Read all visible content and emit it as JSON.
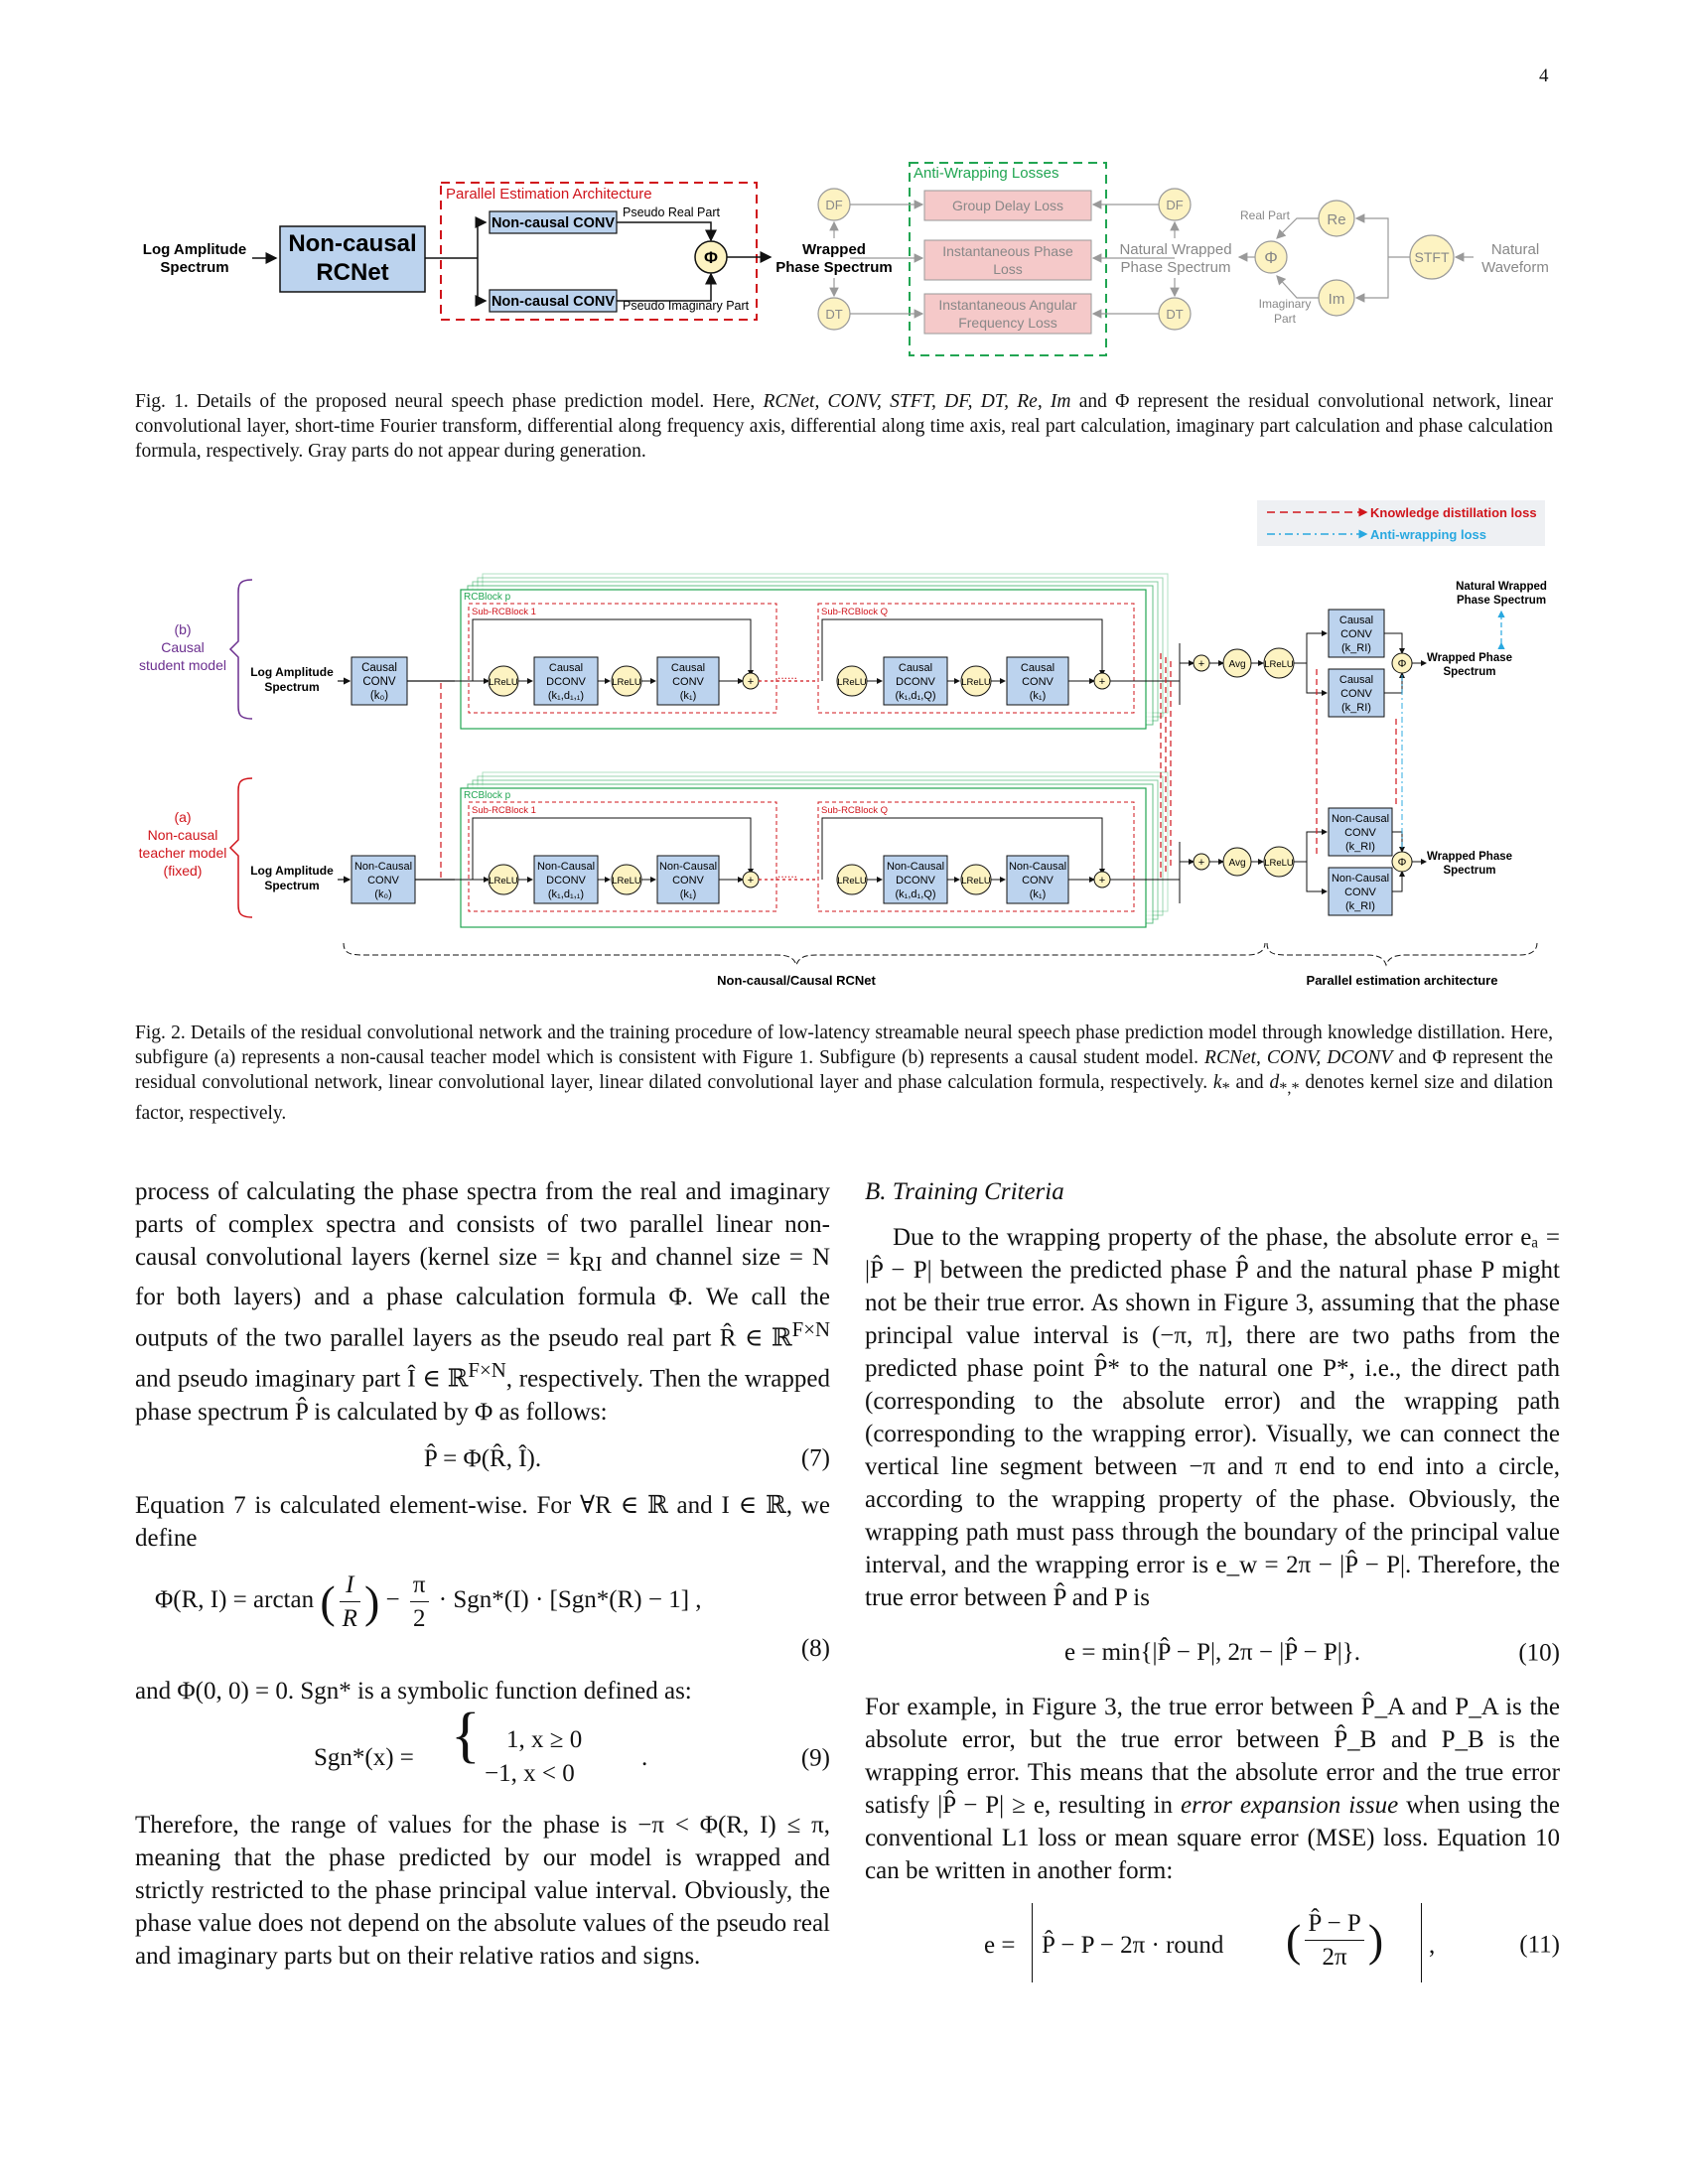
{
  "page_number": "4",
  "fig1": {
    "input": [
      "Log Amplitude",
      "Spectrum"
    ],
    "rcnet": [
      "Non-causal",
      "RCNet"
    ],
    "pea_title": "Parallel Estimation Architecture",
    "conv": "Non-causal CONV",
    "pseudo_real": "Pseudo Real Part",
    "pseudo_imag": "Pseudo Imaginary Part",
    "phi": "Φ",
    "wrapped": [
      "Wrapped",
      "Phase Spectrum"
    ],
    "df": "DF",
    "dt": "DT",
    "awl_title": "Anti-Wrapping Losses",
    "loss1": "Group Delay Loss",
    "loss2": [
      "Instantaneous Phase",
      "Loss"
    ],
    "loss3": [
      "Instantaneous Angular",
      "Frequency Loss"
    ],
    "natural_wrapped": [
      "Natural Wrapped",
      "Phase Spectrum"
    ],
    "real_part": "Real Part",
    "imag_part": [
      "Imaginary",
      "Part"
    ],
    "re": "Re",
    "im": "Im",
    "stft": "STFT",
    "natural_wave": [
      "Natural",
      "Waveform"
    ]
  },
  "fig1_caption": {
    "prefix": "Fig. 1.  Details of the proposed neural speech phase prediction model. Here, ",
    "terms": "RCNet, CONV, STFT, DF, DT, Re, Im",
    "suffix": " and Φ represent the residual convolutional network, linear convolutional layer, short-time Fourier transform, differential along frequency axis, differential along time axis, real part calculation, imaginary part calculation and phase calculation formula, respectively. Gray parts do not appear during generation."
  },
  "fig2": {
    "legend_kd": "Knowledge distillation loss",
    "legend_aw": "Anti-wrapping loss",
    "student_label": [
      "(b)",
      "Causal",
      "student model"
    ],
    "teacher_label": [
      "(a)",
      "Non-causal",
      "teacher model",
      "(fixed)"
    ],
    "input": [
      "Log Amplitude",
      "Spectrum"
    ],
    "rcblock": "RCBlock p",
    "subblock1": "Sub-RCBlock 1",
    "subblockQ": "Sub-RCBlock Q",
    "lrelu": "LReLU",
    "avg": "Avg",
    "causal": "Causal",
    "noncausal": "Non-Causal",
    "conv": "CONV",
    "dconv": "DCONV",
    "k0": "(k₀)",
    "kd1": "(k₁,d₁,₁)",
    "k1": "(k₁)",
    "kdQ": "(k₁,d₁,Q)",
    "kR": "(kᵣ)",
    "kRI": "(k_RI)",
    "dots": "......",
    "phi": "Φ",
    "wrapped": [
      "Wrapped Phase",
      "Spectrum"
    ],
    "natural_wrapped": [
      "Natural Wrapped",
      "Phase Spectrum"
    ],
    "bottom_left": "Non-causal/Causal RCNet",
    "bottom_right": "Parallel estimation architecture"
  },
  "fig2_caption": {
    "text1": "Fig. 2.  Details of the residual convolutional network and the training procedure of low-latency streamable neural speech phase prediction model through knowledge distillation. Here, subfigure (a) represents a non-causal teacher model which is consistent with Figure 1. Subfigure (b) represents a causal student model. ",
    "terms": "RCNet, CONV, DCONV",
    "text2": " and Φ represent the residual convolutional network, linear convolutional layer, linear dilated convolutional layer and phase calculation formula, respectively. ",
    "k": "k",
    "d": "d",
    "text3": " denotes kernel size and dilation factor, respectively."
  },
  "left": {
    "p1": "process of calculating the phase spectra from the real and imaginary parts of complex spectra and consists of two parallel linear non-causal convolutional layers (kernel size = k",
    "p1b": " and channel size = N for both layers) and a phase calculation formula Φ. We call the outputs of the two parallel layers as the pseudo real part R̂ ∈ ℝ",
    "p1c": " and pseudo imaginary part Î ∈ ℝ",
    "p1d": ", respectively. Then the wrapped phase spectrum P̂ is calculated by Φ as follows:",
    "eq7": "P̂ = Φ(R̂, Î).",
    "eq7no": "(7)",
    "p2": "Equation 7 is calculated element-wise. For ∀R ∈ ℝ and I ∈ ℝ, we define",
    "eq8a": "Φ(R, I) = arctan",
    "eq8b": "−",
    "eq8c": "· Sgn*(I) · [Sgn*(R) − 1] ,",
    "eq8no": "(8)",
    "p3": "and Φ(0, 0) = 0. Sgn* is a symbolic function defined as:",
    "eq9": "Sgn*(x) =",
    "eq9c1": "1,   x ≥ 0",
    "eq9c2": "−1,   x < 0",
    "eq9no": "(9)",
    "p4": "Therefore, the range of values for the phase is −π < Φ(R, I) ≤ π, meaning that the phase predicted by our model is wrapped and strictly restricted to the phase principal value interval. Obviously, the phase value does not depend on the absolute values of the pseudo real and imaginary parts but on their relative ratios and signs."
  },
  "right": {
    "heading": "B.  Training Criteria",
    "p1": "Due to the wrapping property of the phase, the absolute error eₐ = |P̂ − P| between the predicted phase P̂ and the natural phase P might not be their true error. As shown in Figure 3, assuming that the phase principal value interval is (−π, π], there are two paths from the predicted phase point P̂* to the natural one P*, i.e., the direct path (corresponding to the absolute error) and the wrapping path (corresponding to the wrapping error). Visually, we can connect the vertical line segment between −π and π end to end into a circle, according to the wrapping property of the phase. Obviously, the wrapping path must pass through the boundary of the principal value interval, and the wrapping error is e_w = 2π − |P̂ − P|. Therefore, the true error between P̂ and P is",
    "eq10": "e = min{|P̂ − P|, 2π − |P̂ − P|}.",
    "eq10no": "(10)",
    "p2a": "For example, in Figure 3, the true error between P̂_A and P_A is the absolute error, but the true error between P̂_B and P_B is the wrapping error. This means that the absolute error and the true error satisfy |P̂ − P| ≥ e, resulting in ",
    "p2b": "error expansion issue",
    "p2c": " when using the conventional L1 loss or mean square error (MSE) loss. Equation 10 can be written in another form:",
    "eq11a": "e =",
    "eq11b": "P̂ − P − 2π · round",
    "eq11c": ",",
    "eq11no": "(11)"
  }
}
